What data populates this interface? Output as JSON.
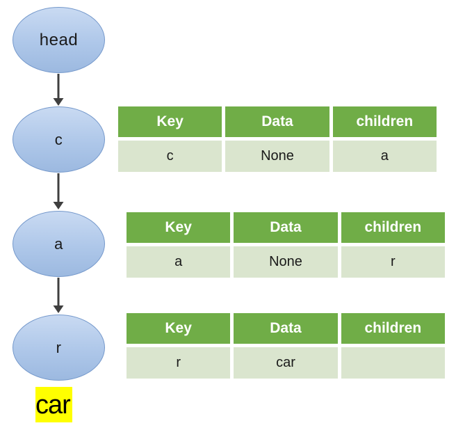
{
  "colors": {
    "table_header_bg": "#70AD47",
    "table_header_text": "#FFFFFF",
    "table_row_bg": "#DAE5CE",
    "node_fill_top": "#C9DAF2",
    "node_fill_bottom": "#9CB9E0",
    "node_border": "#7498CB",
    "arrow": "#3F3F3F",
    "highlight": "#FFFF00",
    "text": "#000000"
  },
  "nodes": [
    {
      "label": "head"
    },
    {
      "label": "c"
    },
    {
      "label": "a"
    },
    {
      "label": "r"
    }
  ],
  "result_label": "car",
  "tables": [
    {
      "headers": [
        "Key",
        "Data",
        "children"
      ],
      "row": [
        "c",
        "None",
        "a"
      ]
    },
    {
      "headers": [
        "Key",
        "Data",
        "children"
      ],
      "row": [
        "a",
        "None",
        "r"
      ]
    },
    {
      "headers": [
        "Key",
        "Data",
        "children"
      ],
      "row": [
        "r",
        "car",
        ""
      ]
    }
  ]
}
